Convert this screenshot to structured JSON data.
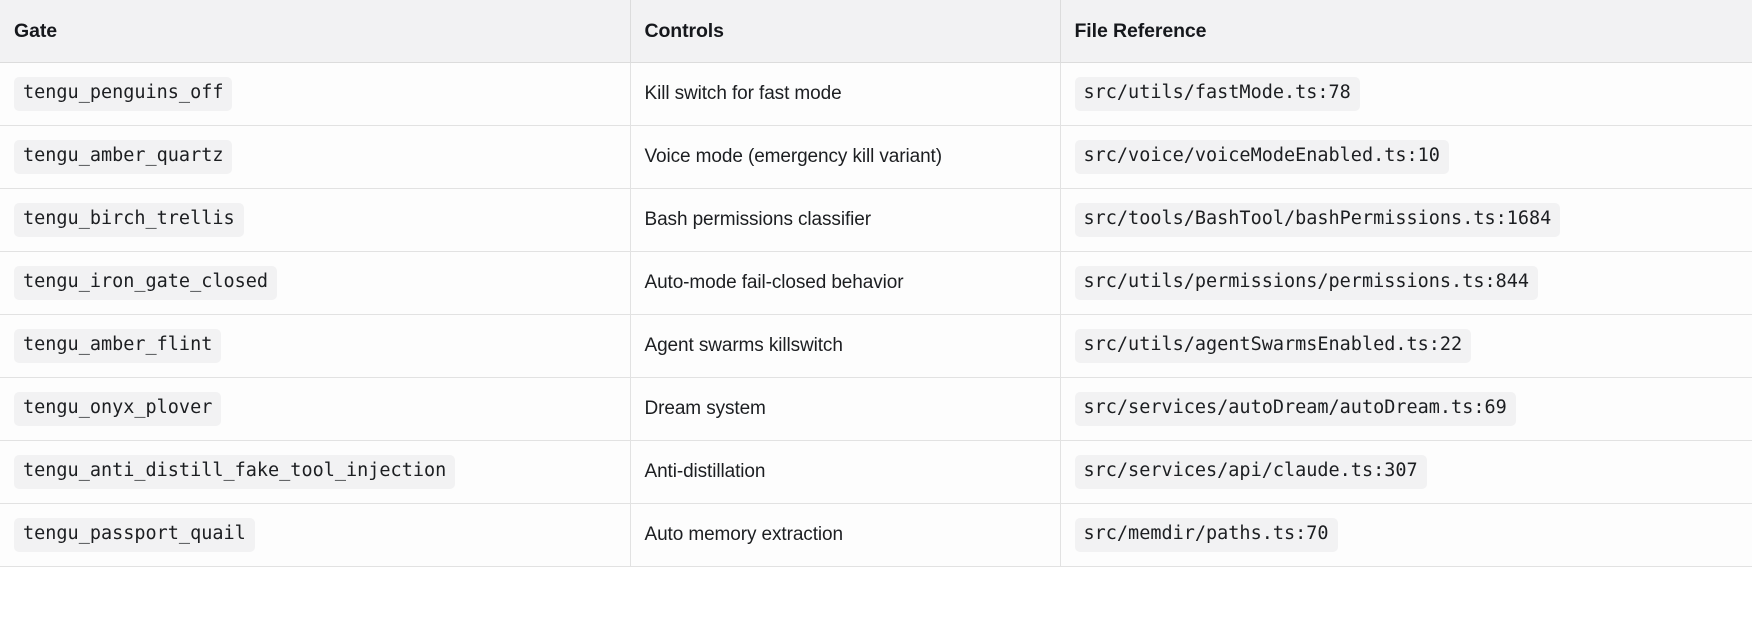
{
  "table": {
    "name": "feature-gates-table",
    "columns": [
      {
        "key": "gate",
        "label": "Gate"
      },
      {
        "key": "controls",
        "label": "Controls"
      },
      {
        "key": "file_reference",
        "label": "File Reference"
      }
    ],
    "rows": [
      {
        "gate": "tengu_penguins_off",
        "controls": "Kill switch for fast mode",
        "file_reference": "src/utils/fastMode.ts:78"
      },
      {
        "gate": "tengu_amber_quartz",
        "controls": "Voice mode (emergency kill variant)",
        "file_reference": "src/voice/voiceModeEnabled.ts:10"
      },
      {
        "gate": "tengu_birch_trellis",
        "controls": "Bash permissions classifier",
        "file_reference": "src/tools/BashTool/bashPermissions.ts:1684"
      },
      {
        "gate": "tengu_iron_gate_closed",
        "controls": "Auto-mode fail-closed behavior",
        "file_reference": "src/utils/permissions/permissions.ts:844"
      },
      {
        "gate": "tengu_amber_flint",
        "controls": "Agent swarms killswitch",
        "file_reference": "src/utils/agentSwarmsEnabled.ts:22"
      },
      {
        "gate": "tengu_onyx_plover",
        "controls": "Dream system",
        "file_reference": "src/services/autoDream/autoDream.ts:69"
      },
      {
        "gate": "tengu_anti_distill_fake_tool_injection",
        "controls": "Anti-distillation",
        "file_reference": "src/services/api/claude.ts:307"
      },
      {
        "gate": "tengu_passport_quail",
        "controls": "Auto memory extraction",
        "file_reference": "src/memdir/paths.ts:70"
      }
    ]
  },
  "colors": {
    "header_background": "#f2f2f3",
    "chip_background": "#f2f2f3",
    "row_border": "#e2e2e2",
    "header_border": "#dcdcdc",
    "text": "#1c1e21",
    "page_background": "#ffffff"
  }
}
